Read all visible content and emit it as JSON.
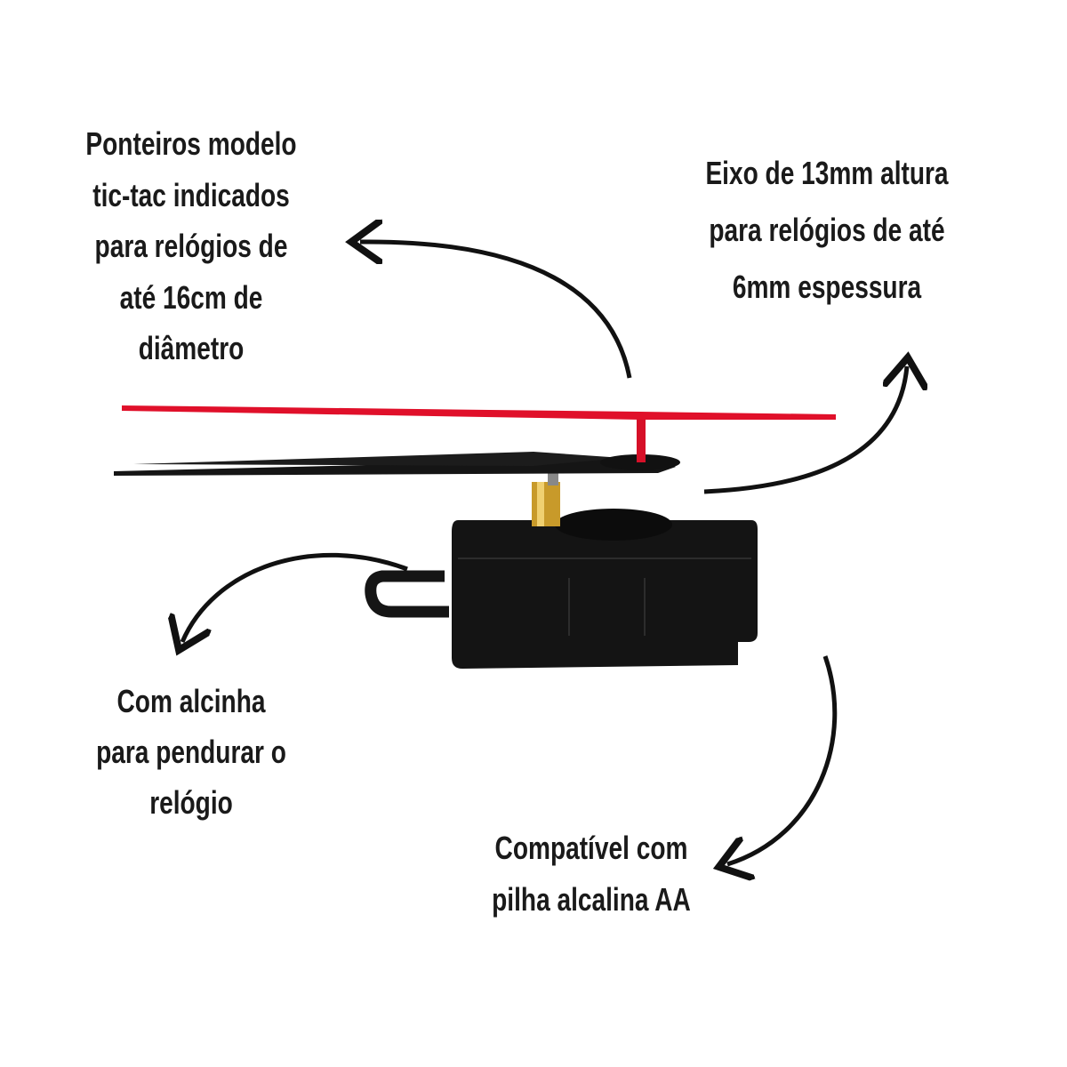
{
  "callouts": {
    "hands": [
      "Ponteiros modelo",
      "tic-tac indicados",
      "para relógios de",
      "até 16cm de",
      "diâmetro"
    ],
    "shaft": [
      "Eixo de 13mm altura",
      "para relógios de até",
      "6mm espessura"
    ],
    "hanger": [
      "Com alcinha",
      "para pendurar o",
      "relógio"
    ],
    "battery": [
      "Compatível com",
      "pilha alcalina AA"
    ]
  },
  "colors": {
    "second_hand": "#e0102a",
    "body": "#141414",
    "shaft": "#c89a2a"
  }
}
